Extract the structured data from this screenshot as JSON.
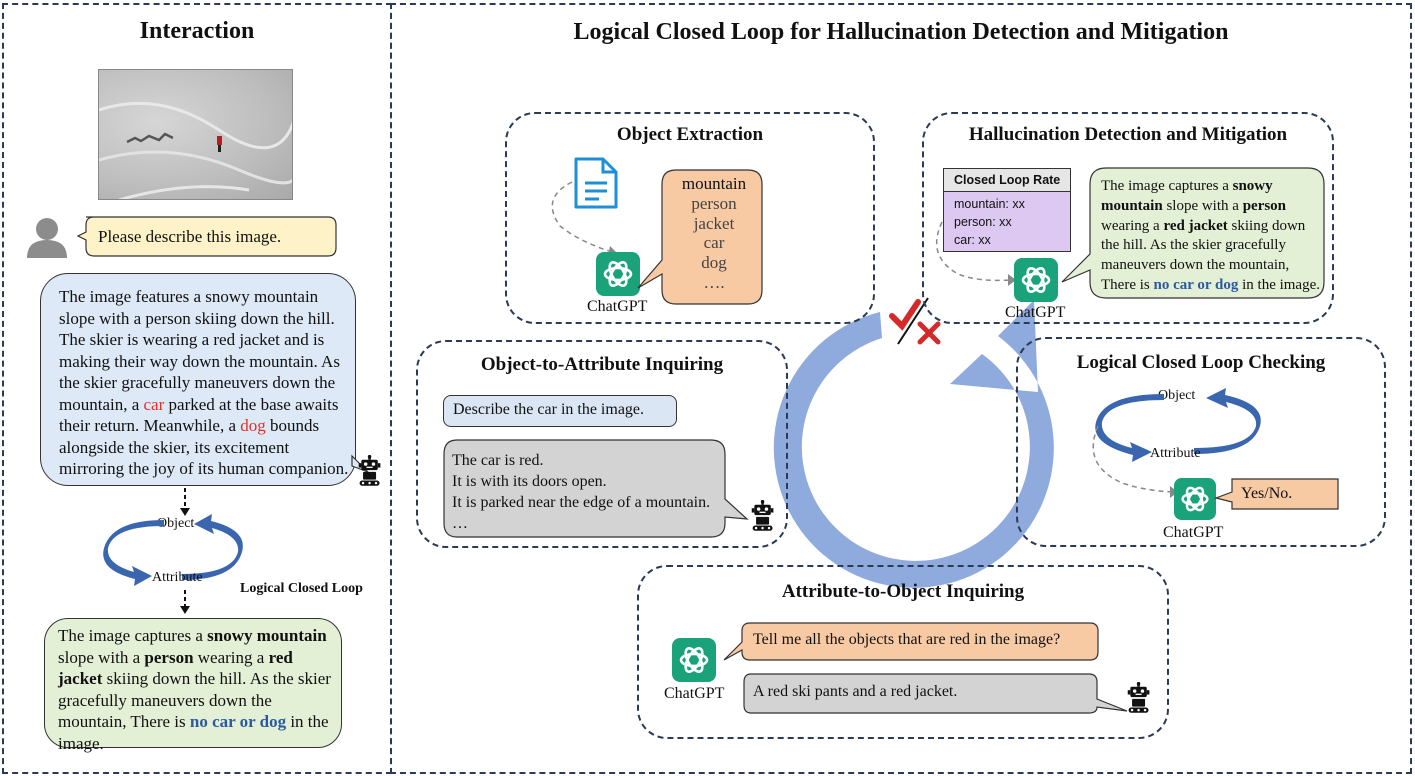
{
  "left_panel": {
    "title": "Interaction",
    "user_prompt": "Please describe this image.",
    "initial_description": {
      "p1": "The image features a snowy mountain slope with a person skiing down the hill. The skier is wearing a red jacket and is making their way down the mountain. As the skier gracefully maneuvers down the mountain, a ",
      "car": "car",
      "p2": " parked at the base awaits their return. Meanwhile, a ",
      "dog": "dog",
      "p3": " bounds alongside the skier, its excitement mirroring the joy of its human companion."
    },
    "loop_object": "Object",
    "loop_attribute": "Attribute",
    "loop_label": "Logical Closed Loop",
    "final": {
      "t1": "The image captures a ",
      "b1": "snowy mountain",
      "t2": " slope with a ",
      "b2": "person",
      "t3": " wearing a ",
      "b3": "red jacket",
      "t4": " skiing down the hill. As the skier gracefully maneuvers down the mountain, There is ",
      "hl": "no car or dog",
      "t5": " in the image."
    }
  },
  "right_panel": {
    "title": "Logical Closed Loop for Hallucination Detection and Mitigation",
    "object_extraction": {
      "title": "Object Extraction",
      "objects": [
        "mountain",
        "person",
        "jacket",
        "car",
        "dog",
        "…."
      ],
      "agent": "ChatGPT"
    },
    "detection": {
      "title": "Hallucination Detection and Mitigation",
      "rate_header": "Closed Loop Rate",
      "rates": [
        "mountain: xx",
        "person: xx",
        "car: xx"
      ],
      "agent": "ChatGPT",
      "response": {
        "t1": "The image captures a ",
        "b1": "snowy mountain",
        "t2": " slope with a ",
        "b2": "person",
        "t3": " wearing a ",
        "b3": "red jacket",
        "t4": " skiing down the hill. As the skier gracefully maneuvers down the mountain, There is ",
        "hl": "no car or dog",
        "t5": " in the image."
      }
    },
    "obj_to_attr": {
      "title": "Object-to-Attribute Inquiring",
      "question": "Describe the car in the image.",
      "answers": [
        "The car is red.",
        "It is with its doors open.",
        "It is parked near the edge of a mountain.",
        "…"
      ]
    },
    "loop_checking": {
      "title": "Logical Closed Loop Checking",
      "object": "Object",
      "attribute": "Attribute",
      "answer": "Yes/No.",
      "agent": "ChatGPT"
    },
    "attr_to_obj": {
      "title": "Attribute-to-Object Inquiring",
      "question": "Tell me all the objects that are red in the image?",
      "answer": "A red ski pants and a red jacket.",
      "agent": "ChatGPT"
    }
  },
  "colors": {
    "user_bubble": "#fdf2c8",
    "desc_bubble": "#dde9f6",
    "final_bubble": "#e3f0d6",
    "orange": "#f8caa4",
    "purple": "#dcc8f0",
    "gray_bubble": "#d3d3d3",
    "question_bubble": "#dbe6f5",
    "chatgpt_green": "#1aa37a",
    "big_arrow": "#8faadc",
    "small_arrow": "#3a66b0"
  }
}
